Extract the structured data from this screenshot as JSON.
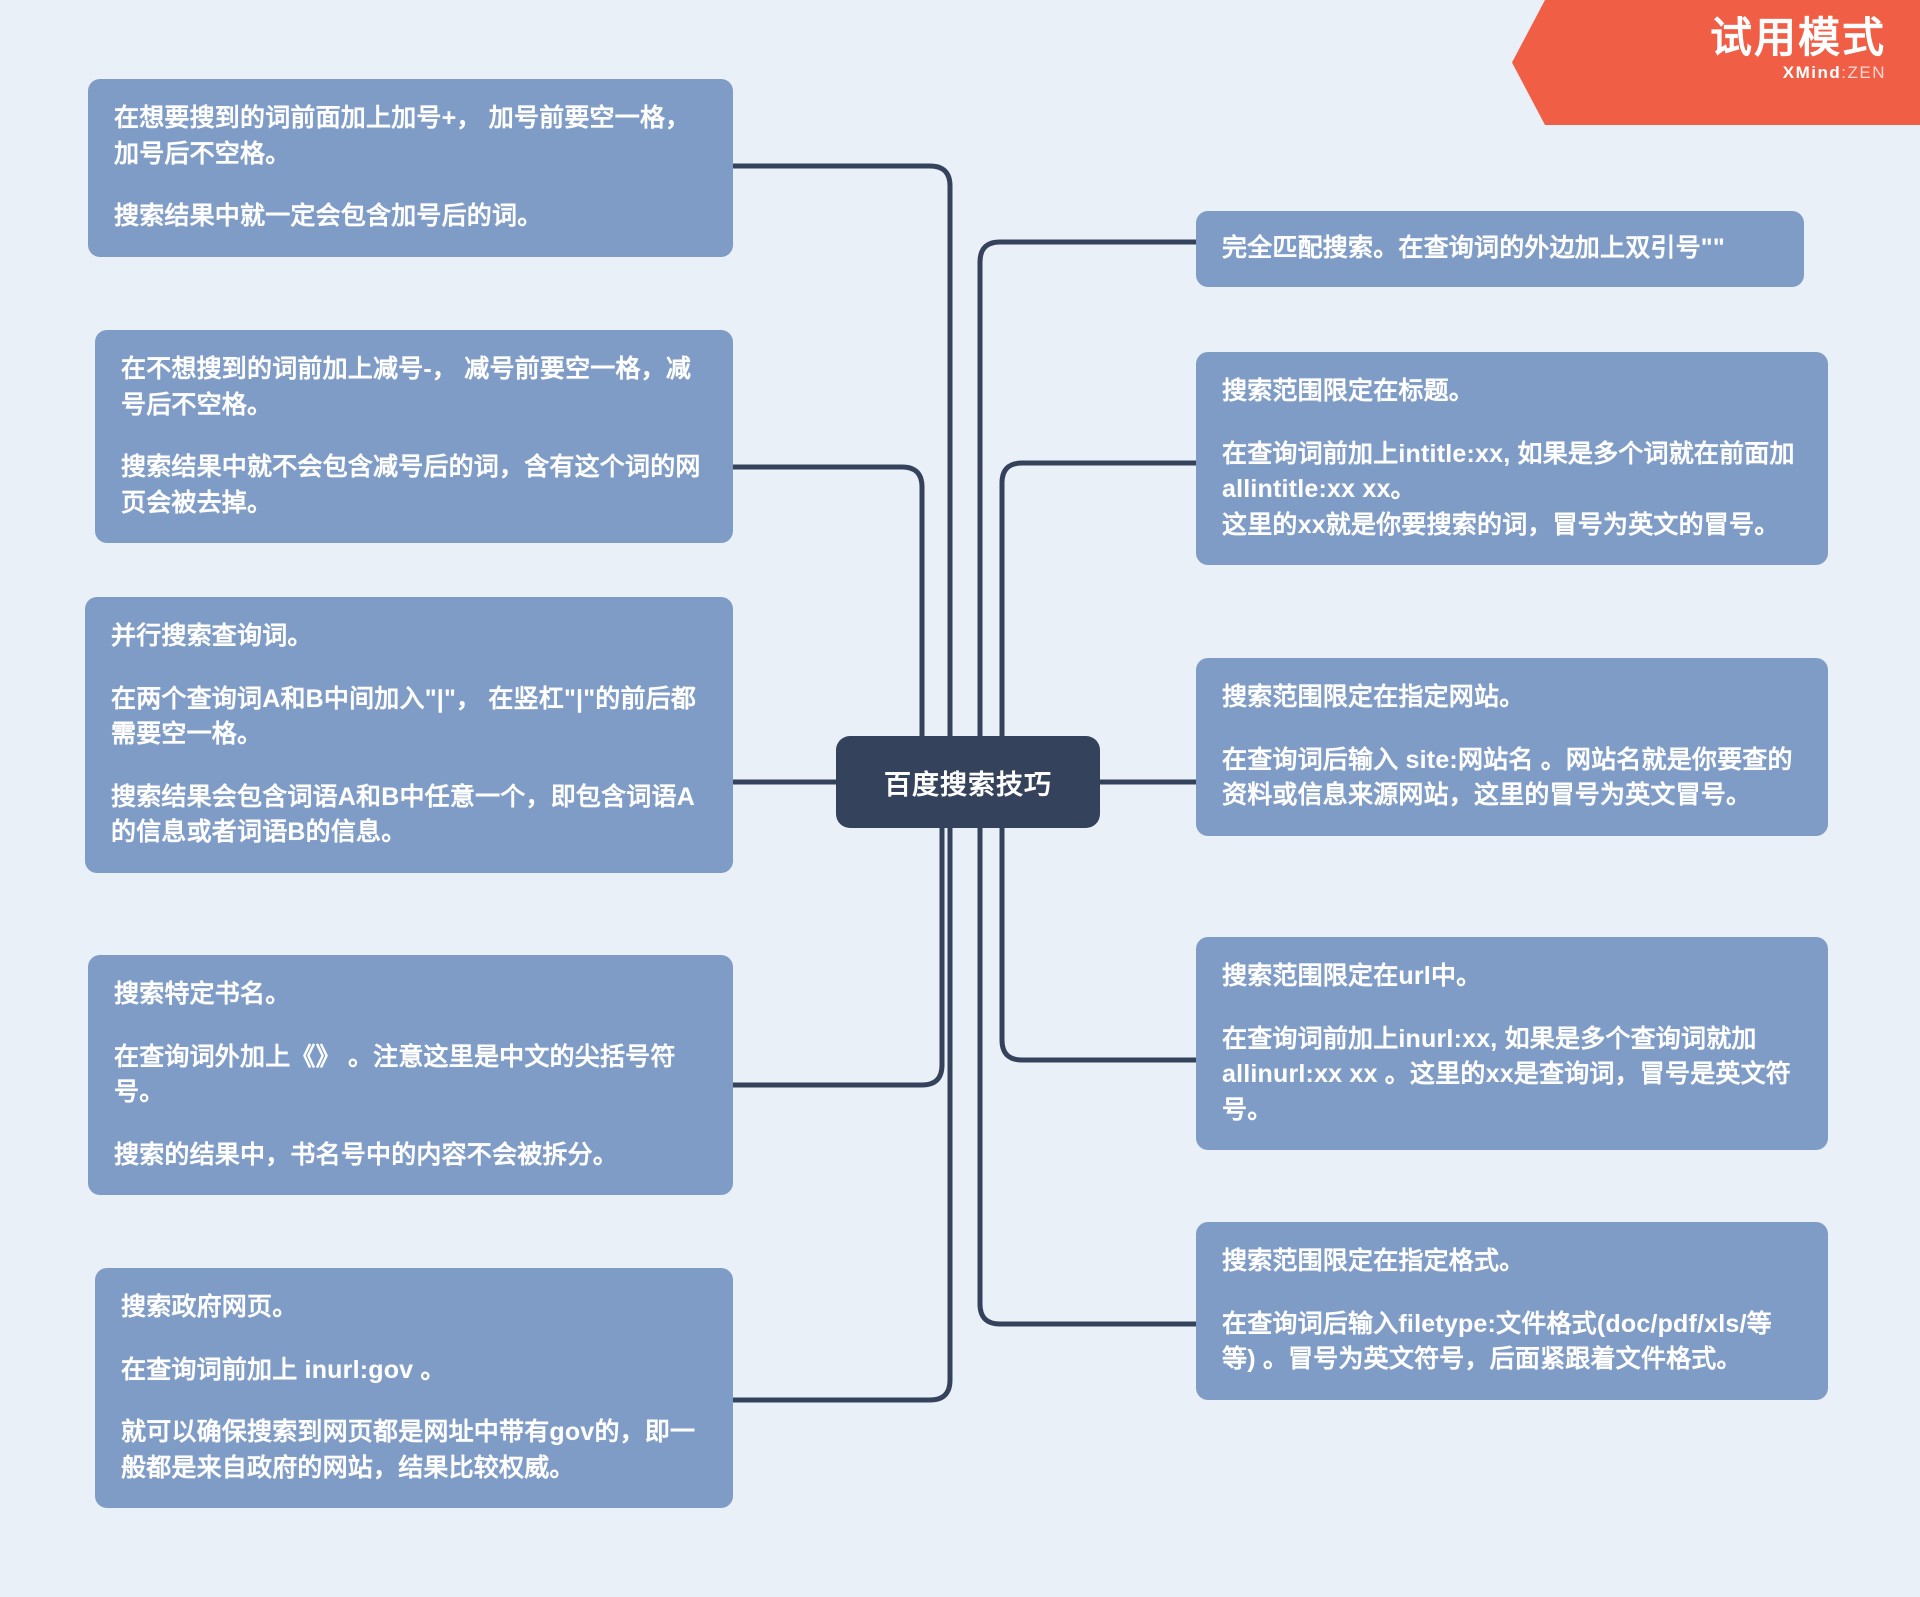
{
  "app": {
    "trial_badge": {
      "title": "试用模式",
      "brand_main": "XMind",
      "brand_sep": ":",
      "brand_suffix": "ZEN"
    },
    "colors": {
      "background": "#eaf0f7",
      "node_fill": "#7f9cc7",
      "central_fill": "#35425c",
      "connector": "#35425c",
      "node_text": "#ffffff",
      "badge_fill": "#f05f45"
    }
  },
  "mindmap": {
    "central": {
      "label": "百度搜索技巧"
    },
    "left_branches": [
      {
        "id": "plus-operator",
        "paragraphs": [
          " 在想要搜到的词前面加上加号+， 加号前要空一格，加号后不空格。",
          "搜索结果中就一定会包含加号后的词。"
        ]
      },
      {
        "id": "minus-operator",
        "paragraphs": [
          "在不想搜到的词前加上减号-， 减号前要空一格，减号后不空格。",
          "搜索结果中就不会包含减号后的词，含有这个词的网页会被去掉。"
        ]
      },
      {
        "id": "pipe-operator",
        "paragraphs": [
          "并行搜索查询词。",
          "在两个查询词A和B中间加入\"|\"， 在竖杠\"|\"的前后都需要空一格。",
          "搜索结果会包含词语A和B中任意一个，即包含词语A的信息或者词语B的信息。"
        ]
      },
      {
        "id": "book-title",
        "paragraphs": [
          "搜索特定书名。",
          "在查询词外加上《》 。注意这里是中文的尖括号符号。",
          "搜索的结果中，书名号中的内容不会被拆分。"
        ]
      },
      {
        "id": "gov-pages",
        "paragraphs": [
          " 搜索政府网页。",
          " 在查询词前加上 inurl:gov 。",
          " 就可以确保搜索到网页都是网址中带有gov的，即一般都是来自政府的网站，结果比较权威。"
        ]
      }
    ],
    "right_branches": [
      {
        "id": "exact-match",
        "paragraphs": [
          "完全匹配搜索。在查询词的外边加上双引号\"\""
        ]
      },
      {
        "id": "intitle",
        "paragraphs": [
          "搜索范围限定在标题。",
          "在查询词前加上intitle:xx, 如果是多个词就在前面加allintitle:xx xx。",
          "这里的xx就是你要搜索的词，冒号为英文的冒号。"
        ],
        "tight_from": 2
      },
      {
        "id": "site",
        "paragraphs": [
          "搜索范围限定在指定网站。",
          "在查询词后输入 site:网站名 。网站名就是你要查的资料或信息来源网站，这里的冒号为英文冒号。"
        ]
      },
      {
        "id": "inurl",
        "paragraphs": [
          "搜索范围限定在url中。",
          "在查询词前加上inurl:xx, 如果是多个查询词就加allinurl:xx xx 。这里的xx是查询词，冒号是英文符号。"
        ]
      },
      {
        "id": "filetype",
        "paragraphs": [
          "搜索范围限定在指定格式。",
          "在查询词后输入filetype:文件格式(doc/pdf/xls/等等) 。冒号为英文符号，后面紧跟着文件格式。"
        ]
      }
    ]
  }
}
